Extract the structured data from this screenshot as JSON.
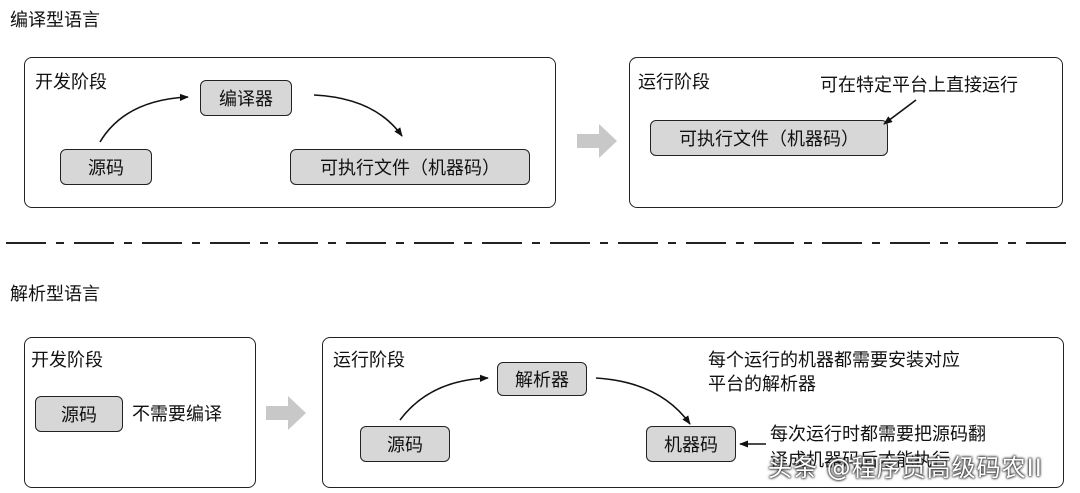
{
  "compiled": {
    "title": "编译型语言",
    "dev": {
      "label": "开发阶段",
      "source": "源码",
      "compiler": "编译器",
      "executable": "可执行文件（机器码）"
    },
    "run": {
      "label": "运行阶段",
      "executable": "可执行文件（机器码）",
      "note": "可在特定平台上直接运行"
    }
  },
  "interpreted": {
    "title": "解析型语言",
    "dev": {
      "label": "开发阶段",
      "source": "源码",
      "note": "不需要编译"
    },
    "run": {
      "label": "运行阶段",
      "source": "源码",
      "interpreter": "解析器",
      "machine_code": "机器码",
      "note_top_line1": "每个运行的机器都需要安装对应",
      "note_top_line2": "平台的解析器",
      "note_side_line1": "每次运行时都需要把源码翻",
      "note_side_line2": "译成机器码后才能执行"
    }
  },
  "watermark": "头条 @程序员高级码农II",
  "colors": {
    "node_fill": "#d7d7d7",
    "stroke": "#222222",
    "transition_arrow": "#c8c8c8"
  }
}
